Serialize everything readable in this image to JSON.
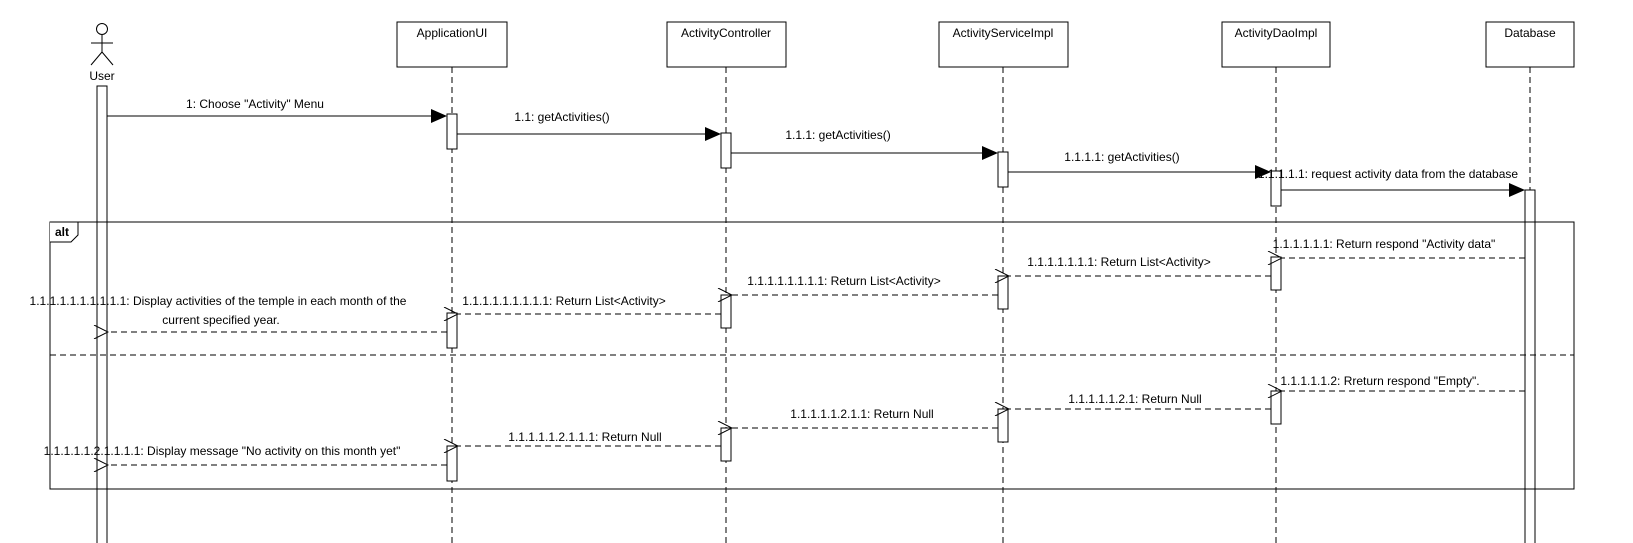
{
  "actor": {
    "label": "User"
  },
  "participants": [
    {
      "id": "app",
      "label": "ApplicationUI"
    },
    {
      "id": "ctrl",
      "label": "ActivityController"
    },
    {
      "id": "svc",
      "label": "ActivityServiceImpl"
    },
    {
      "id": "dao",
      "label": "ActivityDaoImpl"
    },
    {
      "id": "db",
      "label": "Database"
    }
  ],
  "fragment": {
    "operator": "alt"
  },
  "messages": {
    "m1": "1: Choose \"Activity\" Menu",
    "m2": "1.1: getActivities()",
    "m3": "1.1.1: getActivities()",
    "m4": "1.1.1.1: getActivities()",
    "m5": "1.1.1.1.1: request activity data from the database",
    "r1": "1.1.1.1.1.1: Return respond \"Activity data\"",
    "r2": "1.1.1.1.1.1.1: Return List<Activity>",
    "r3": "1.1.1.1.1.1.1.1: Return List<Activity>",
    "r4": "1.1.1.1.1.1.1.1.1: Return List<Activity>",
    "r5_line1": "1.1.1.1.1.1.1.1.1.1: Display activities of the temple in each month of the",
    "r5_line2": "current specified year.",
    "e1": "1.1.1.1.1.2: Rreturn respond \"Empty\".",
    "e2": "1.1.1.1.1.2.1: Return Null",
    "e3": "1.1.1.1.1.2.1.1: Return Null",
    "e4": "1.1.1.1.1.2.1.1.1: Return Null",
    "e5": "1.1.1.1.1.2.1.1.1.1: Display message \"No activity on this month yet\""
  }
}
